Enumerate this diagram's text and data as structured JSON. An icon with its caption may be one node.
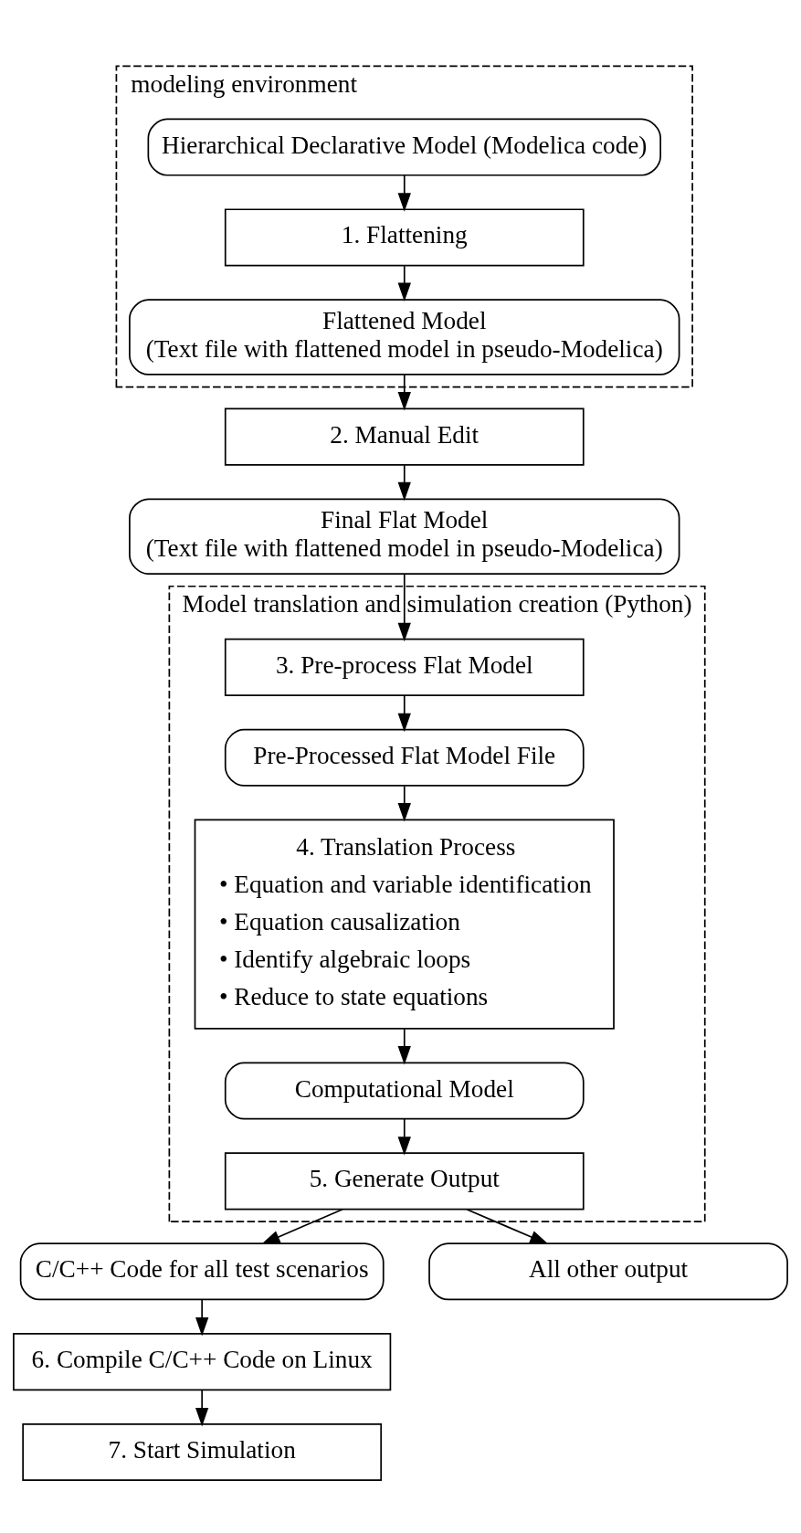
{
  "diagram": {
    "nodes": [
      {
        "text": [
          "modeling environment"
        ]
      },
      {
        "text": [
          "Hierarchical Declarative Model (Modelica code)"
        ],
        "in": 0
      },
      {
        "text": [
          "1. Flattening"
        ],
        "in": 0
      },
      {
        "text": [
          "Flattened Model",
          "(Text file with flattened model in pseudo-Modelica)"
        ],
        "in": 0
      },
      {
        "text": [
          "2. Manual Edit"
        ]
      },
      {
        "text": [
          "Final Flat Model",
          "(Text file with flattened model in pseudo-Modelica)"
        ]
      },
      {
        "text": [
          "Model translation and simulation creation (Python)"
        ]
      },
      {
        "text": [
          "3. Pre-process Flat Model"
        ],
        "in": 6
      },
      {
        "text": [
          "Pre-Processed Flat Model File"
        ],
        "in": 6
      },
      {
        "text": [
          "4. Translation Process",
          "• Equation and variable identification",
          "• Equation causalization",
          "• Identify algebraic loops",
          "• Reduce to state equations"
        ],
        "in": 6
      },
      {
        "text": [
          "Computational Model"
        ],
        "in": 6
      },
      {
        "text": [
          "5. Generate Output"
        ],
        "in": 6
      },
      {
        "text": [
          "C/C++ Code for all test scenarios"
        ]
      },
      {
        "text": [
          "All other output"
        ]
      },
      {
        "text": [
          "6. Compile C/C++ Code on Linux"
        ]
      },
      {
        "text": [
          "7. Start Simulation"
        ]
      }
    ],
    "edges": [
      {
        "from": 1,
        "to": 2,
        "arrow": "to"
      },
      {
        "from": 2,
        "to": 3,
        "arrow": "to"
      },
      {
        "from": 3,
        "to": 4,
        "arrow": "to"
      },
      {
        "from": 4,
        "to": 5,
        "arrow": "to"
      },
      {
        "from": 5,
        "to": 7,
        "arrow": "to"
      },
      {
        "from": 7,
        "to": 8,
        "arrow": "to"
      },
      {
        "from": 8,
        "to": 9,
        "arrow": "to"
      },
      {
        "from": 9,
        "to": 10,
        "arrow": "to"
      },
      {
        "from": 10,
        "to": 11,
        "arrow": "to"
      },
      {
        "from": 11,
        "to": 12,
        "arrow": "to"
      },
      {
        "from": 11,
        "to": 13,
        "arrow": "to"
      },
      {
        "from": 12,
        "to": 14,
        "arrow": "to"
      },
      {
        "from": 14,
        "to": 15,
        "arrow": "to"
      }
    ]
  }
}
